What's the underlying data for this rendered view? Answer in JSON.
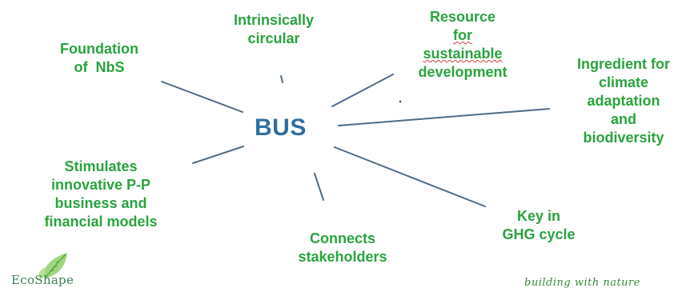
{
  "center": {
    "label": "BUS",
    "color": "#2f6f9f"
  },
  "label_color": "#2aa33e",
  "spoke_color": "#4f6b88",
  "nodes": [
    {
      "id": "foundation",
      "lines": [
        "Foundation",
        "of  NbS"
      ]
    },
    {
      "id": "intrinsically",
      "lines": [
        "Intrinsically",
        "circular"
      ]
    },
    {
      "id": "resource",
      "lines": [
        "Resource for",
        "sustainable",
        "development"
      ]
    },
    {
      "id": "ingredient",
      "lines": [
        "Ingredient for",
        "climate",
        "adaptation",
        "and",
        "biodiversity"
      ]
    },
    {
      "id": "stimulates",
      "lines": [
        "Stimulates",
        "innovative P-P",
        "business and",
        "financial models"
      ]
    },
    {
      "id": "connects",
      "lines": [
        "Connects",
        "stakeholders"
      ]
    },
    {
      "id": "key",
      "lines": [
        "Key in",
        "GHG cycle"
      ]
    }
  ],
  "logo": {
    "text": "EcoShape",
    "icon": "leaf-icon"
  },
  "tagline": "building with nature"
}
